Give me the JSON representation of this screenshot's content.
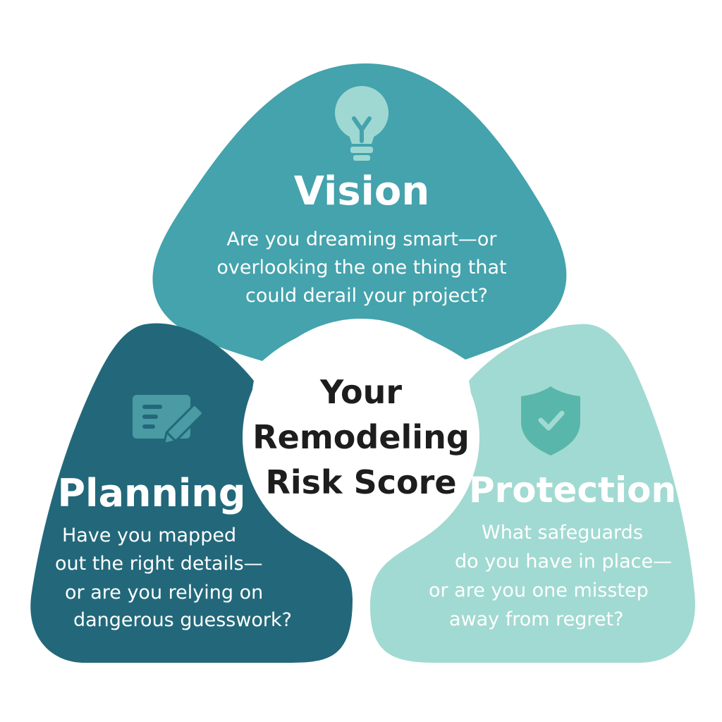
{
  "colors": {
    "vision": "#44a3ac",
    "planning": "#22687a",
    "protection": "#a1dad2",
    "vision_icon": "#9fd8d2",
    "planning_icon": "#4a9ba4",
    "protection_icon": "#58b7aa",
    "center_bg": "#ffffff",
    "center_text": "#1d1d1d"
  },
  "center": {
    "line1": "Your",
    "line2": "Remodeling",
    "line3": "Risk Score"
  },
  "vision": {
    "icon": "lightbulb-icon",
    "title": "Vision",
    "lines": [
      "Are you dreaming smart—or",
      "overlooking the one thing that",
      "could derail your project?"
    ]
  },
  "planning": {
    "icon": "document-pencil-icon",
    "title": "Planning",
    "lines": [
      "Have you mapped",
      "out the right details—",
      "or are you relying on",
      "dangerous guesswork?"
    ]
  },
  "protection": {
    "icon": "shield-check-icon",
    "title": "Protection",
    "lines": [
      "What safeguards",
      "do you have in place—",
      "or are you one misstep",
      "away from regret?"
    ]
  }
}
